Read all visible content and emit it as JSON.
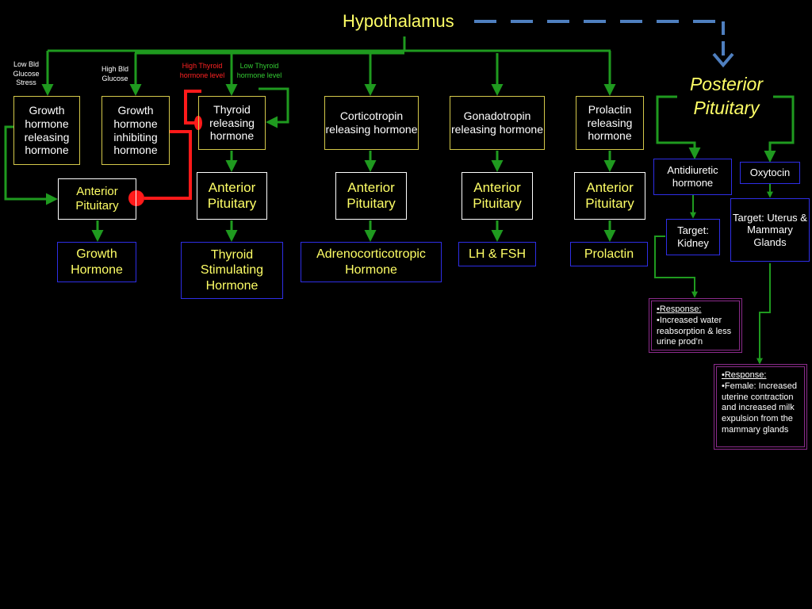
{
  "title": "Hypothalamus",
  "posterior": "Posterior Pituitary",
  "labels": {
    "low_bld": "Low Bld Glucose Stress",
    "high_bld": "High Bld Glucose",
    "high_thyroid": "High Thyroid hormone level",
    "low_thyroid": "Low Thyroid hormone level"
  },
  "releasing": [
    "Growth hormone releasing hormone",
    "Growth hormone inhibiting hormone",
    "Thyroid releasing hormone",
    "Corticotropin releasing hormone",
    "Gonadotropin releasing hormone",
    "Prolactin releasing hormone"
  ],
  "anterior_label": "Anterior Pituitary",
  "hormones": [
    "Growth Hormone",
    "Thyroid Stimulating Hormone",
    "Adrenocorticotropic Hormone",
    "LH & FSH",
    "Prolactin"
  ],
  "posterior_branch": {
    "adh": "Antidiuretic hormone",
    "oxytocin": "Oxytocin",
    "target_kidney": "Target: Kidney",
    "target_uterus": "Target: Uterus & Mammary Glands"
  },
  "responses": {
    "adh": [
      "•Response:",
      "•Increased water reabsorption & less urine prod’n"
    ],
    "oxytocin": [
      "•Response:",
      "•Female: Increased uterine contraction and increased milk expulsion from the mammary glands"
    ]
  },
  "colors": {
    "green": "#1f9a1f",
    "red": "#ff1a1a",
    "blue_dash": "#4f7fbf",
    "yellow_text": "#ffff66"
  }
}
